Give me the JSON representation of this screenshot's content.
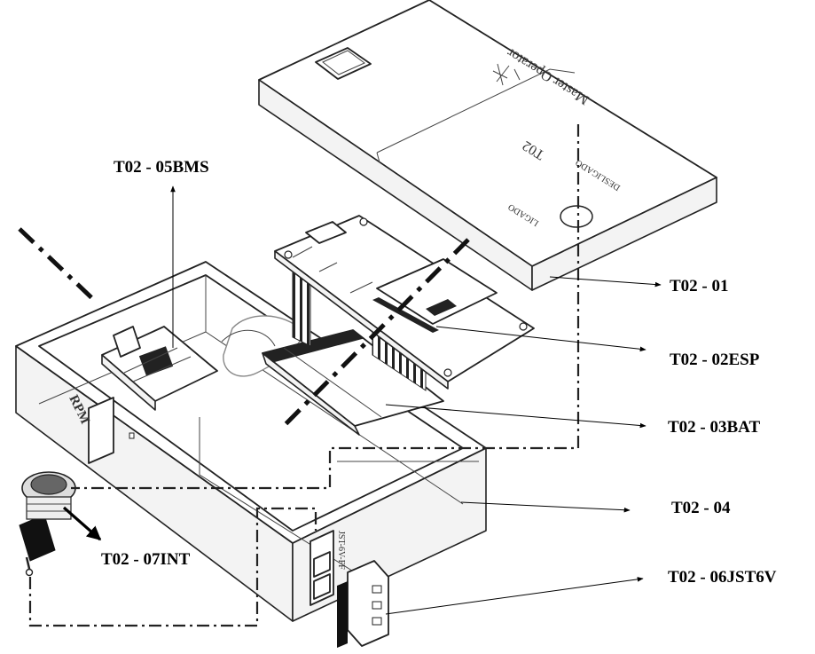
{
  "labels": {
    "t02_01": "T02 - 01",
    "t02_02esp": "T02 - 02ESP",
    "t02_03bat": "T02 - 03BAT",
    "t02_04": "T02 - 04",
    "t02_05bms": "T02 - 05BMS",
    "t02_06jst6v": "T02 - 06JST6V",
    "t02_07int": "T02 - 07INT"
  },
  "lid": {
    "engraving_line1": "Master Operator",
    "engraving_line2": "T02",
    "small_left": "LIGADO",
    "small_right": "DESLIGADO"
  },
  "housing": {
    "side_text": "RPM",
    "jack_text": "JST-6V-FF"
  },
  "colors": {
    "line": "#222222",
    "fill": "#ffffff",
    "shade": "#f3f3f3",
    "label": "#000000"
  }
}
